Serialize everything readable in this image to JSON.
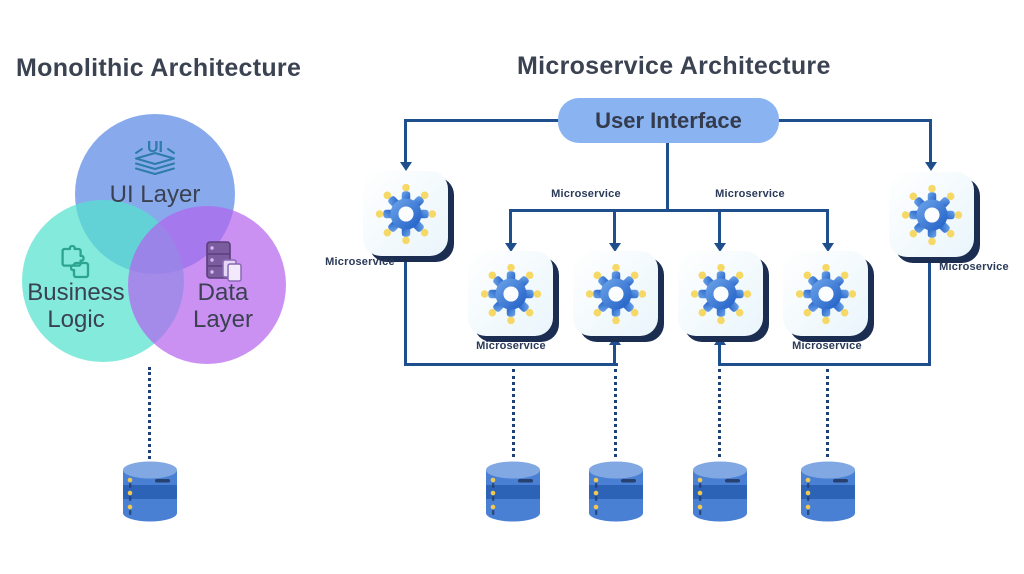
{
  "monolithic": {
    "title": "Monolithic Architecture",
    "venn": {
      "ui_layer": {
        "label": "UI Layer",
        "icon": "ui-stack-icon",
        "icon_text": "UI",
        "color": "#8cadee"
      },
      "business_logic": {
        "label": "Business Logic",
        "icon": "puzzle-icon",
        "color": "#7fe9db"
      },
      "data_layer": {
        "label": "Data Layer",
        "icon": "data-server-icon",
        "color": "#c689f2"
      }
    },
    "database_count": 1
  },
  "microservice": {
    "title": "Microservice Architecture",
    "user_interface": {
      "label": "User Interface",
      "fill": "#8ab3f2"
    },
    "node_label": "Microservice",
    "node_count": 6,
    "database_count": 4
  },
  "colors": {
    "title_text": "#3b4353",
    "connector": "#1f4e8c",
    "node_shadow": "#1c2d52",
    "node_face": "#eff8fc",
    "gear_blue": "#2e6ccc",
    "dot_yellow": "#f6d866",
    "db_body": "#4a80d4",
    "db_band": "#2d63b6",
    "db_top": "#81a8e2"
  }
}
